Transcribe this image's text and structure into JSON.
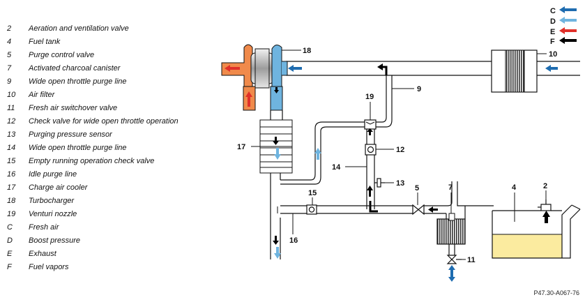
{
  "legend": [
    {
      "key": "2",
      "text": "Aeration and ventilation valve"
    },
    {
      "key": "4",
      "text": "Fuel tank"
    },
    {
      "key": "5",
      "text": "Purge control valve"
    },
    {
      "key": "7",
      "text": "Activated charcoal canister"
    },
    {
      "key": "9",
      "text": "Wide open throttle purge line"
    },
    {
      "key": "10",
      "text": "Air filter"
    },
    {
      "key": "11",
      "text": "Fresh air switchover valve"
    },
    {
      "key": "12",
      "text": "Check valve for wide open throttle operation"
    },
    {
      "key": "13",
      "text": "Purging pressure sensor"
    },
    {
      "key": "14",
      "text": "Wide open throttle purge line"
    },
    {
      "key": "15",
      "text": "Empty running operation check valve"
    },
    {
      "key": "16",
      "text": "Idle purge line"
    },
    {
      "key": "17",
      "text": "Charge air cooler"
    },
    {
      "key": "18",
      "text": "Turbocharger"
    },
    {
      "key": "19",
      "text": "Venturi nozzle"
    },
    {
      "key": "C",
      "text": "Fresh air"
    },
    {
      "key": "D",
      "text": "Boost pressure"
    },
    {
      "key": "E",
      "text": "Exhaust"
    },
    {
      "key": "F",
      "text": "Fuel vapors"
    }
  ],
  "flow_key": [
    {
      "letter": "C",
      "color": "#1e6cb0"
    },
    {
      "letter": "D",
      "color": "#6fb4df"
    },
    {
      "letter": "E",
      "color": "#e0302a"
    },
    {
      "letter": "F",
      "color": "#000000"
    }
  ],
  "callouts": {
    "n2": "2",
    "n4": "4",
    "n5": "5",
    "n7": "7",
    "n9": "9",
    "n10": "10",
    "n11": "11",
    "n12": "12",
    "n13": "13",
    "n14": "14",
    "n15": "15",
    "n16": "16",
    "n17": "17",
    "n18": "18",
    "n19": "19"
  },
  "figure_id": "P47.30-A067-76"
}
